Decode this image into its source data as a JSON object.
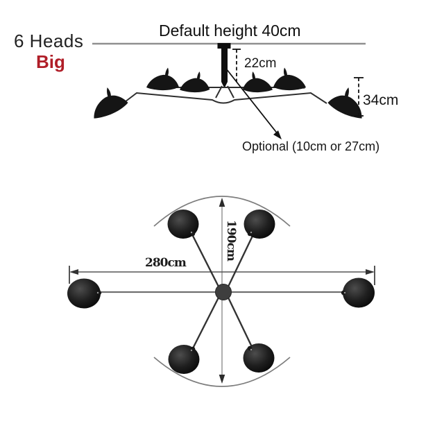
{
  "product": {
    "name": "6 Heads",
    "variant": "Big"
  },
  "side_view": {
    "default_height_label": "Default height 40cm",
    "stem_length_label": "22cm",
    "shade_drop_label": "34cm",
    "optional_label": "Optional (10cm or 27cm)"
  },
  "top_view": {
    "width_label": "280cm",
    "height_label": "190cm",
    "head_count": 6
  },
  "colors": {
    "variant_red": "#b01e28",
    "lamp_black": "#151515",
    "ceiling_gray": "#8f8f8f",
    "dimension_gray": "#555555"
  }
}
